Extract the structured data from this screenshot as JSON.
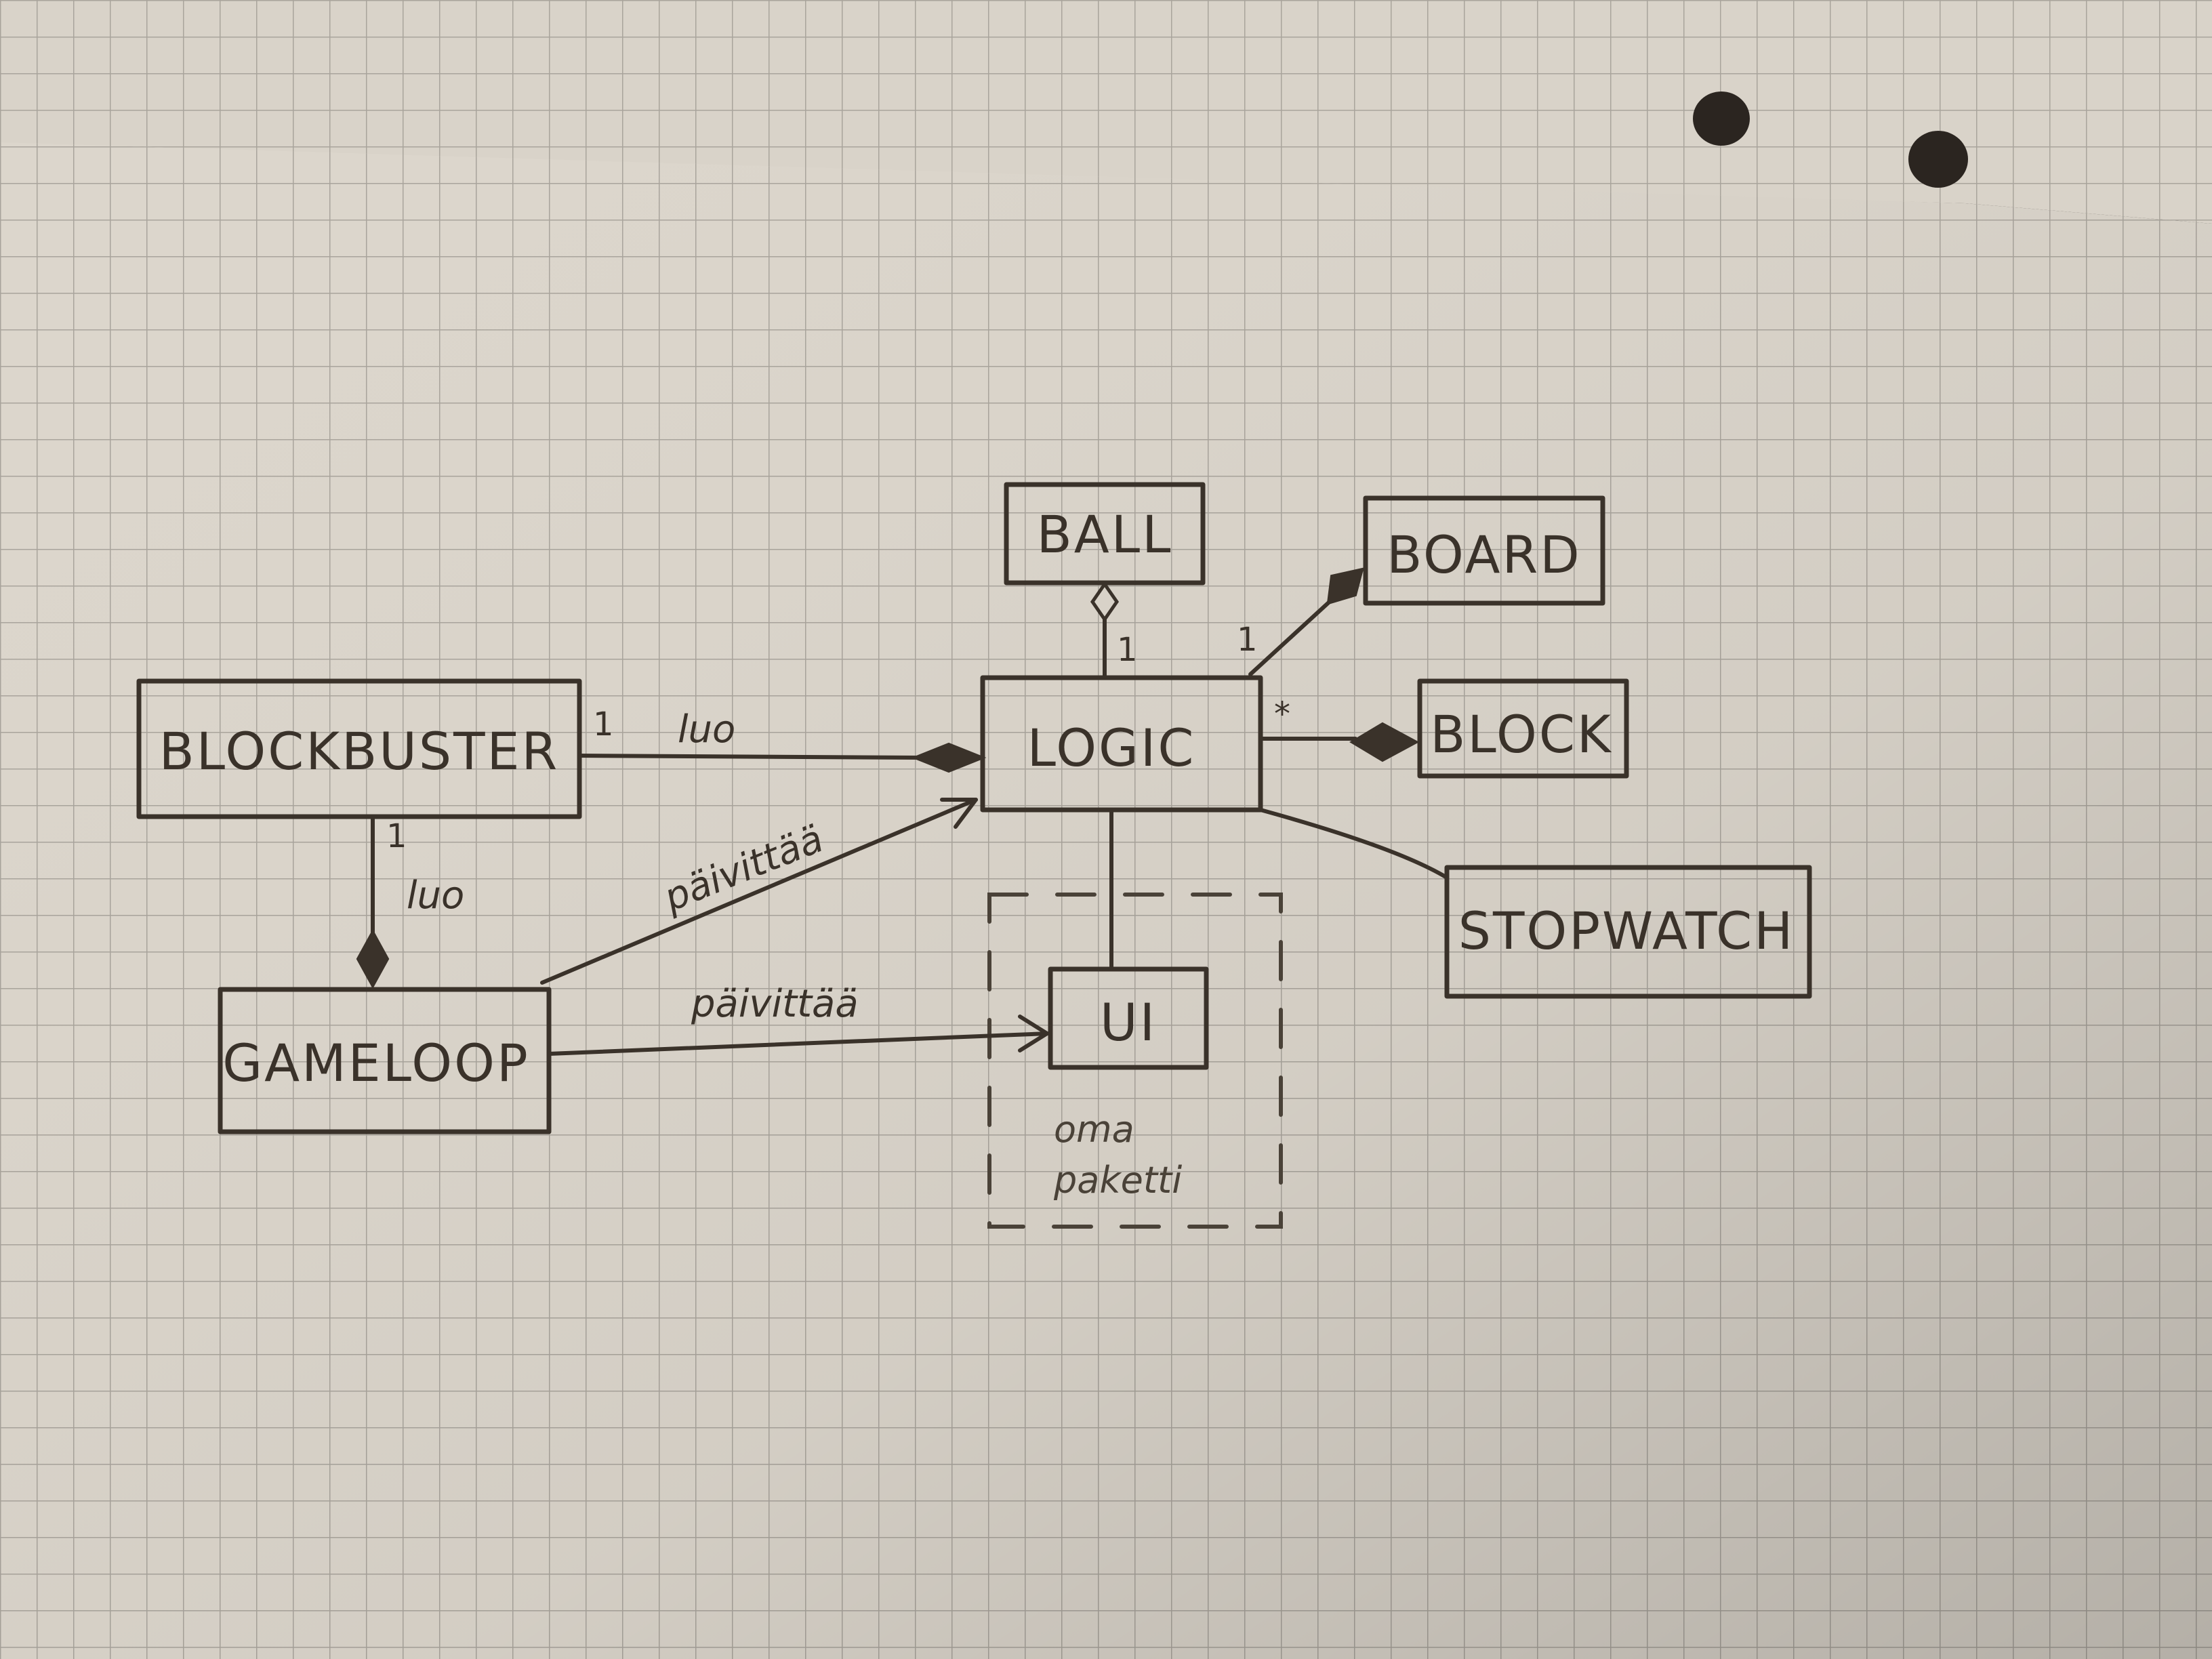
{
  "classes": {
    "ball": "BALL",
    "board": "BOARD",
    "blockbuster": "BLOCKBUSTER",
    "logic": "LOGIC",
    "block": "BLOCK",
    "stopwatch": "STOPWATCH",
    "gameloop": "GAMELOOP",
    "ui": "UI"
  },
  "associations": {
    "blockbuster_logic_label": "luo",
    "blockbuster_logic_mult": "1",
    "blockbuster_gameloop_label": "luo",
    "blockbuster_gameloop_mult": "1",
    "gameloop_logic_label": "päivittää",
    "gameloop_ui_label": "päivittää",
    "logic_ball_mult": "1",
    "logic_board_mult": "1",
    "logic_block_mult": "*"
  },
  "package_note": {
    "line1": "oma",
    "line2": "paketti"
  },
  "colors": {
    "paper": "#dcd6cc",
    "grid": "#a9a49c",
    "ink": "#3a322a"
  }
}
